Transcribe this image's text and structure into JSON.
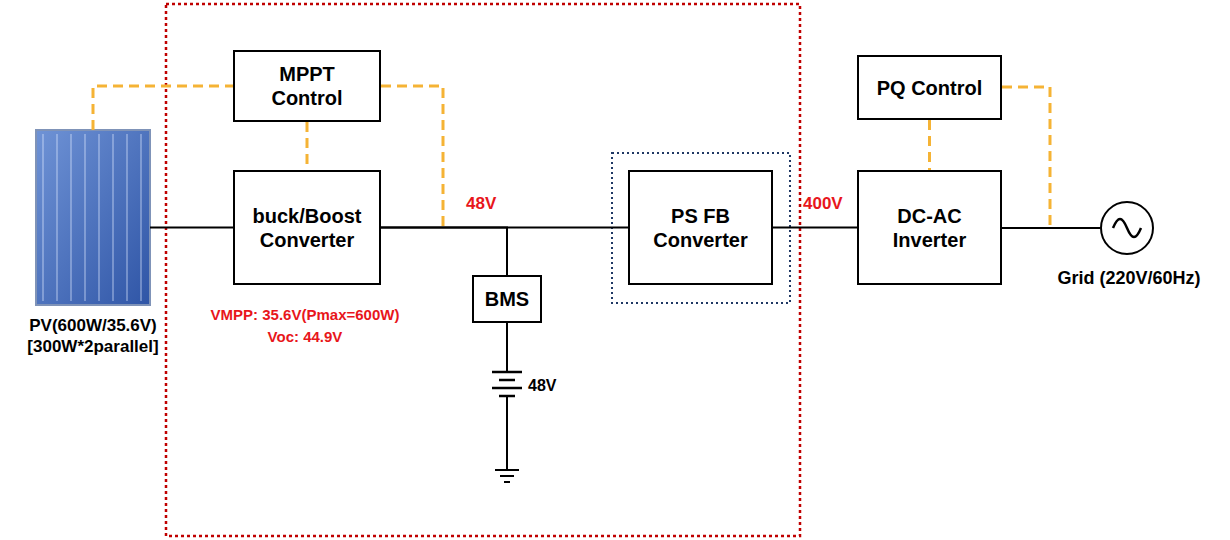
{
  "diagram": {
    "nodes": [
      {
        "text": [
          "PV(600W/35.6V) [300W*2parallel]"
        ]
      },
      {
        "text": [
          "VMPP: 35.6V(Pmax=600W)",
          "Voc: 44.9V"
        ]
      },
      {
        "text": [
          "MPPT Control"
        ],
        "in": 1
      },
      {
        "text": [
          "buck/Boost Converter"
        ],
        "in": 1
      },
      {
        "text": [
          "BMS"
        ]
      },
      {
        "text": [
          "PS FB Converter"
        ]
      },
      {
        "text": [
          "PQ Control"
        ]
      },
      {
        "text": [
          "DC-AC Inverter"
        ]
      },
      {
        "text": [
          "Grid (220V/60Hz)"
        ]
      }
    ],
    "edges": [
      {
        "from": 0,
        "to": 3,
        "arrow": "none"
      },
      {
        "from": 3,
        "to": 5,
        "arrow": "none"
      },
      {
        "from": 3,
        "to": 4,
        "arrow": "none"
      },
      {
        "from": 5,
        "to": 7,
        "arrow": "none"
      },
      {
        "from": 7,
        "to": 8,
        "arrow": "none"
      },
      {
        "from": 2,
        "to": 3,
        "arrow": "none"
      },
      {
        "from": 0,
        "to": 2,
        "arrow": "none"
      },
      {
        "from": 6,
        "to": 7,
        "arrow": "none"
      }
    ],
    "labels": [
      "48V",
      "400V",
      "48V"
    ]
  }
}
